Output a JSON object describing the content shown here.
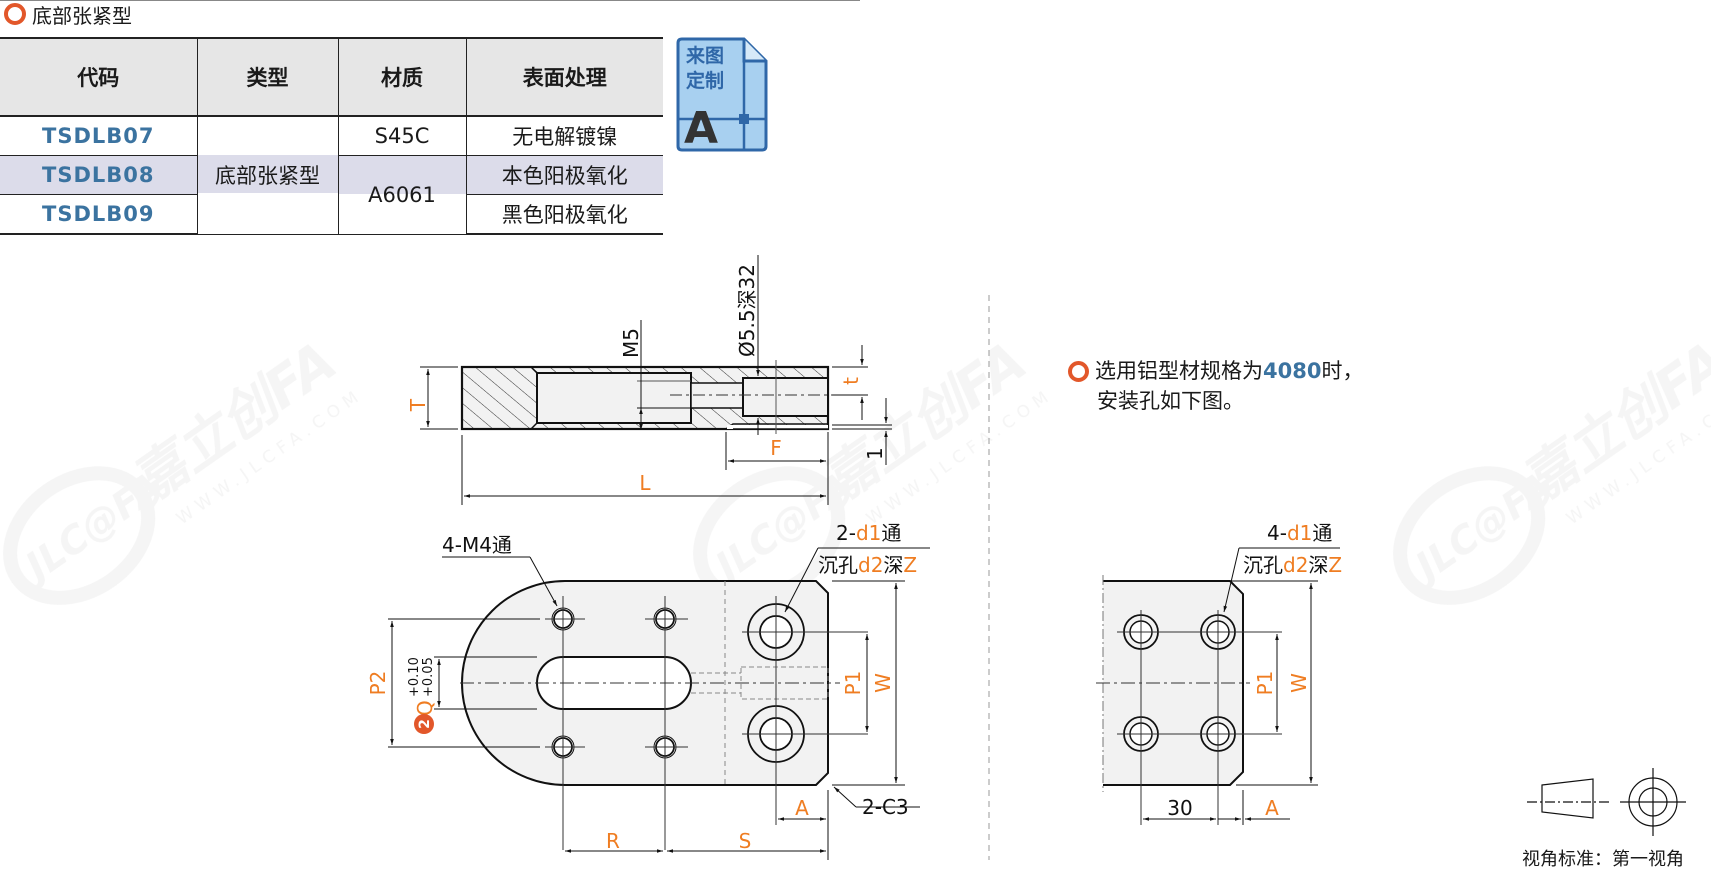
{
  "section_title": "底部张紧型",
  "table": {
    "headers": [
      "代码",
      "类型",
      "材质",
      "表面处理"
    ],
    "rows": [
      {
        "code": "TSDLB07",
        "surface": "无电解镀镍"
      },
      {
        "code": "TSDLB08",
        "surface": "本色阳极氧化"
      },
      {
        "code": "TSDLB09",
        "surface": "黑色阳极氧化"
      }
    ],
    "type_merged": "底部张紧型",
    "material_s45c": "S45C",
    "material_a6061": "A6061"
  },
  "badge": {
    "line1": "来图",
    "line2": "定制",
    "letter": "A",
    "color_fill": "#a8d0f0",
    "color_stroke": "#2f67a8"
  },
  "note": {
    "prefix": "选用铝型材规格为",
    "highlight": "4080",
    "suffix": "时，",
    "line2": "安装孔如下图。"
  },
  "side_view": {
    "label_m5": "M5",
    "label_hole": "Ø5.5深32",
    "dim_T": "T",
    "dim_t": "t",
    "dim_F": "F",
    "dim_1": "1",
    "dim_L": "L"
  },
  "top_view": {
    "callout_m4": "4-M4通",
    "callout_d1_prefix": "2-",
    "callout_d1_var": "d1",
    "callout_d1_suffix": "通",
    "callout_cb_prefix": "沉孔",
    "callout_cb_var": "d2",
    "callout_cb_mid": "深",
    "callout_cb_z": "Z",
    "dim_P2": "P2",
    "dim_Q": "Q",
    "dim_Q_tol_upper": "+0.10",
    "dim_Q_tol_lower": "+0.05",
    "dim_Q_marker": "2",
    "dim_P1": "P1",
    "dim_W": "W",
    "dim_A": "A",
    "dim_R": "R",
    "dim_S": "S",
    "chamfer": "2-C3"
  },
  "profile_view": {
    "callout_d1_prefix": "4-",
    "callout_d1_var": "d1",
    "callout_d1_suffix": "通",
    "callout_cb_prefix": "沉孔",
    "callout_cb_var": "d2",
    "callout_cb_mid": "深",
    "callout_cb_z": "Z",
    "dim_P1": "P1",
    "dim_W": "W",
    "dim_30": "30",
    "dim_A": "A"
  },
  "view_standard": "视角标准：第一视角",
  "watermark": {
    "logo": "JLC@FA",
    "brand": "嘉立创FA",
    "url": "WWW.JLCFA.COM"
  },
  "colors": {
    "accent_orange": "#ef7d22",
    "ring_orange": "#e2572a",
    "code_blue": "#3b73a0",
    "part_fill": "#f2f2f2",
    "row_highlight": "#dcdcea"
  }
}
